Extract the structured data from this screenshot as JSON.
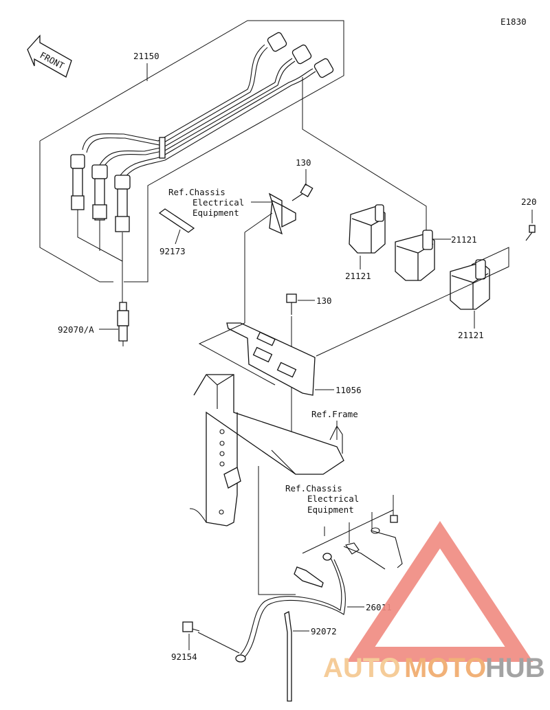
{
  "diagram_code": "E1830",
  "front_label": "FRONT",
  "refs": {
    "chassis_top": [
      "Ref.Chassis",
      "Electrical",
      "Equipment"
    ],
    "chassis_bottom": [
      "Ref.Chassis",
      "Electrical",
      "Equipment"
    ],
    "frame": "Ref.Frame"
  },
  "callouts": {
    "wire_set": "21150",
    "bolt_130_top": "130",
    "bolt_220": "220",
    "coil_a": "21121",
    "coil_b": "21121",
    "coil_c": "21121",
    "tie": "92173",
    "bolt_130_mid": "130",
    "spark_plug": "92070/A",
    "bracket": "11056",
    "ground_lead": "26011",
    "band": "92072",
    "bolt_92154": "92154"
  },
  "watermark": {
    "brand_parts": [
      "AUTO",
      "MOTO",
      "HUB"
    ],
    "colors": {
      "auto": "#f5c78e",
      "moto": "#f0a96a",
      "hub": "#9a9a9a",
      "triangle": "#f08a80"
    }
  }
}
